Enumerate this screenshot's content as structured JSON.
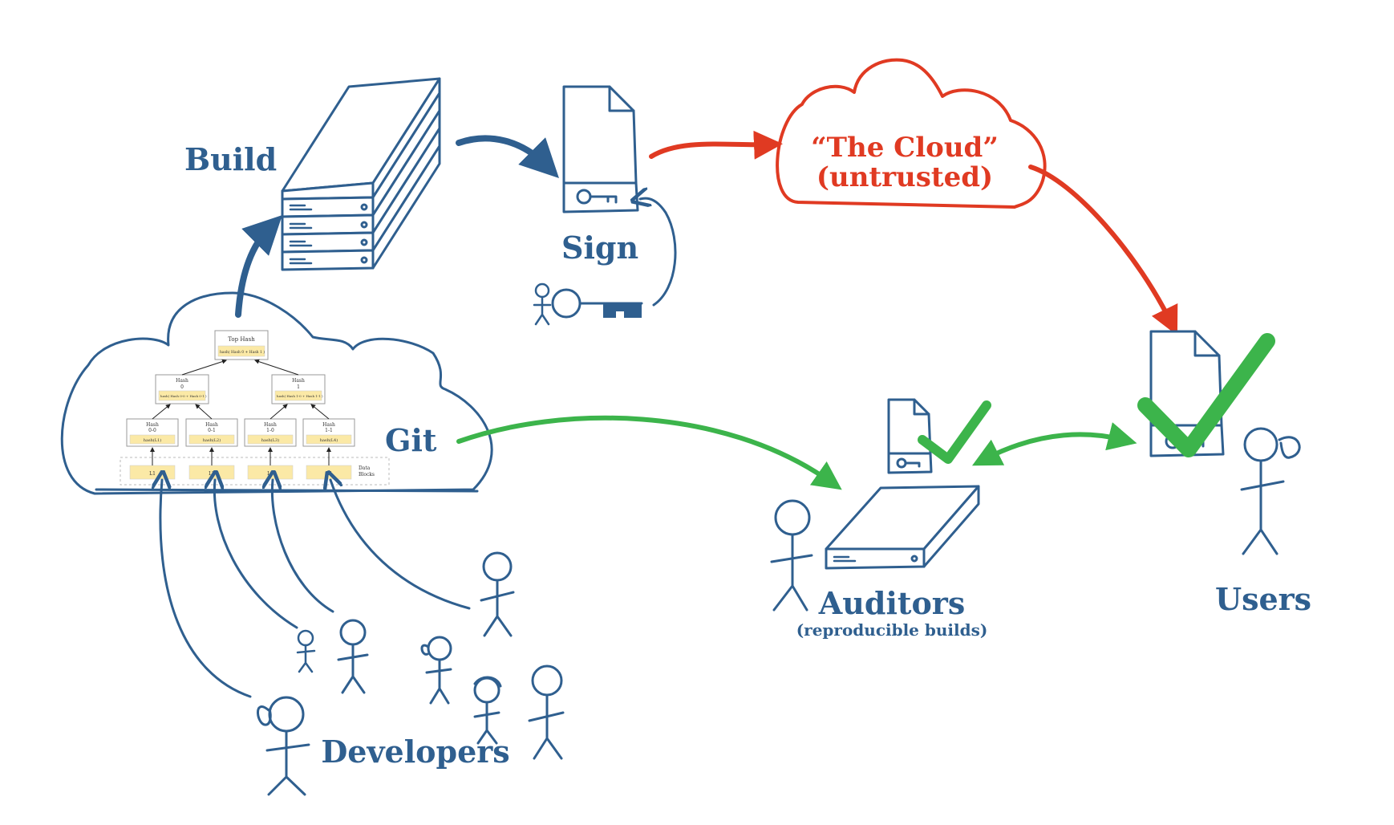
{
  "labels": {
    "build": "Build",
    "sign": "Sign",
    "cloud_line1": "“The Cloud”",
    "cloud_line2": "(untrusted)",
    "git": "Git",
    "auditors": "Auditors",
    "auditors_sub": "(reproducible builds)",
    "users": "Users",
    "developers": "Developers"
  },
  "merkle_tree": {
    "top": {
      "title": "Top Hash",
      "content": "hash( Hash 0 + Hash 1 )"
    },
    "level1": [
      {
        "title": "Hash",
        "subtitle": "0",
        "content": "hash( Hash 0-0 + Hash 0-1 )"
      },
      {
        "title": "Hash",
        "subtitle": "1",
        "content": "hash( Hash 1-0 + Hash 1-1 )"
      }
    ],
    "level2": [
      {
        "title": "Hash",
        "subtitle": "0-0",
        "content": "hash(L1)"
      },
      {
        "title": "Hash",
        "subtitle": "0-1",
        "content": "hash(L2)"
      },
      {
        "title": "Hash",
        "subtitle": "1-0",
        "content": "hash(L3)"
      },
      {
        "title": "Hash",
        "subtitle": "1-1",
        "content": "hash(L4)"
      }
    ],
    "blocks": [
      "L1",
      "L2",
      "L3",
      "L4"
    ],
    "blocks_label_line1": "Data",
    "blocks_label_line2": "Blocks"
  },
  "colors": {
    "blue": "#2f5f8f",
    "red": "#e03a22",
    "green": "#3cb44b",
    "hash_fill": "#fbe9a6"
  },
  "icons": [
    "server-stack-icon",
    "signed-document-icon",
    "key-icon",
    "cloud-icon",
    "checkmark-icon",
    "stick-figure-icon"
  ]
}
